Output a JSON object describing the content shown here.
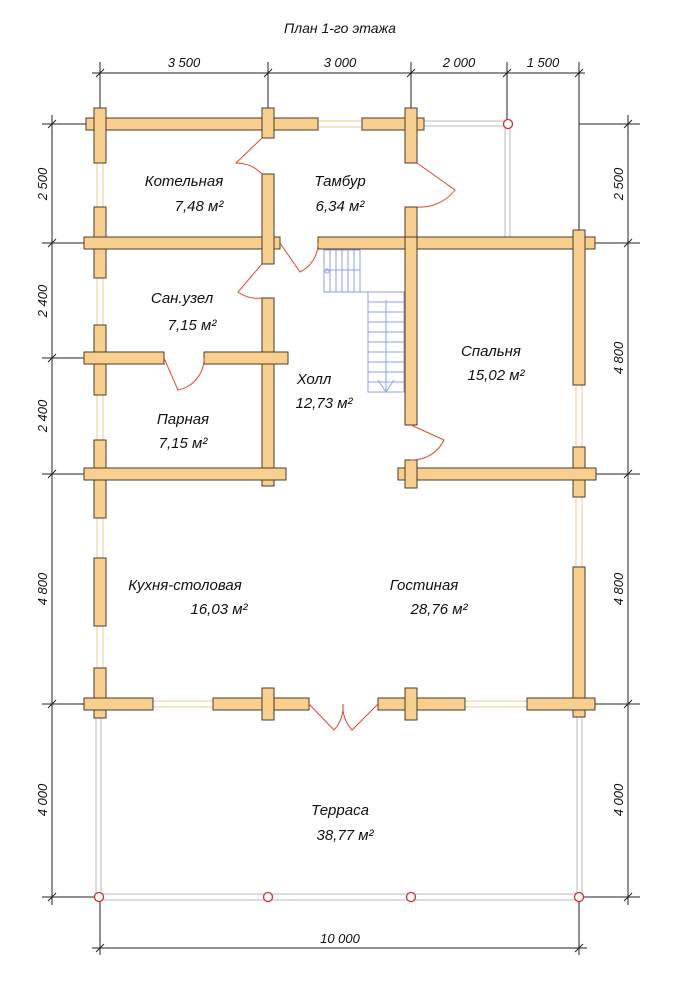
{
  "title": "План 1-го этажа",
  "rooms": [
    {
      "name": "Котельная",
      "area": "7,48 м²"
    },
    {
      "name": "Тамбур",
      "area": "6,34 м²"
    },
    {
      "name": "Сан.узел",
      "area": "7,15 м²"
    },
    {
      "name": "Парная",
      "area": "7,15 м²"
    },
    {
      "name": "Холл",
      "area": "12,73 м²"
    },
    {
      "name": "Спальня",
      "area": "15,02 м²"
    },
    {
      "name": "Кухня-столовая",
      "area": "16,03 м²"
    },
    {
      "name": "Гостиная",
      "area": "28,76 м²"
    },
    {
      "name": "Терраса",
      "area": "38,77 м²"
    }
  ],
  "dimensions": {
    "top": [
      "3 500",
      "3 000",
      "2 000",
      "1 500"
    ],
    "bottom": "10 000",
    "left": [
      "2 500",
      "2 400",
      "2 400",
      "4 800",
      "4 000"
    ],
    "right": [
      "2 500",
      "4 800",
      "4 800",
      "4 000"
    ]
  },
  "colors": {
    "wall": "#f8cf8e",
    "door": "#e0452f",
    "stairs": "#8fa0e8",
    "post": "#d92b2b"
  }
}
